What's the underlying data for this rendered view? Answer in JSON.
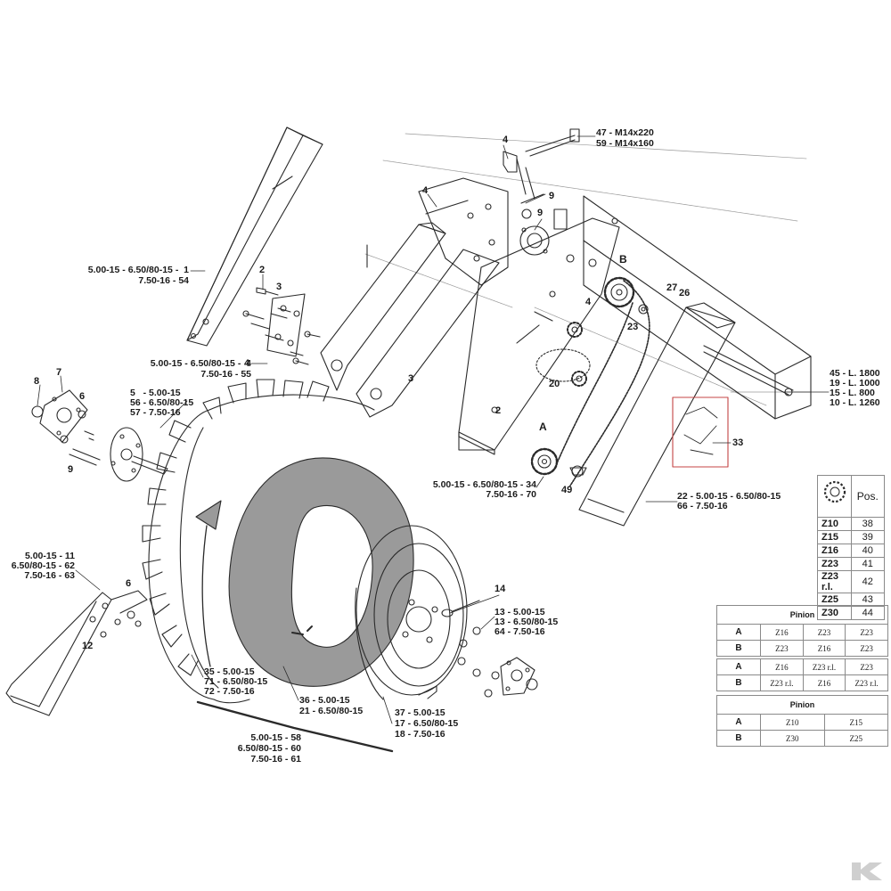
{
  "labels": {
    "bolt_top_1": "47 - M14x220",
    "bolt_top_2": "59 - M14x160",
    "shield_1": "5.00-15 - 6.50/80-15 -  1",
    "shield_2": "7.50-16 - 54",
    "bracket_1": "5.00-15 - 6.50/80-15 -  4",
    "bracket_2": "7.50-16 - 55",
    "hub_1": "5   - 5.00-15",
    "hub_2": "56 - 6.50/80-15",
    "hub_3": "57 - 7.50-16",
    "shaft_1": "45 - L. 1800",
    "shaft_2": "19 - L. 1000",
    "shaft_3": "15 - L. 800",
    "shaft_4": "10 - L. 1260",
    "sprocketA_1": "5.00-15 - 6.50/80-15 - 34",
    "sprocketA_2": "7.50-16 - 70",
    "cover_1": "22 - 5.00-15 - 6.50/80-15",
    "cover_2": "66 - 7.50-16",
    "scraper_1": "5.00-15 - 11",
    "scraper_2": "6.50/80-15 - 62",
    "scraper_3": "7.50-16 - 63",
    "rim_bolt_1": "13 - 5.00-15",
    "rim_bolt_2": "13 - 6.50/80-15",
    "rim_bolt_3": "64 - 7.50-16",
    "tyre_1": "35 - 5.00-15",
    "tyre_2": "71 - 6.50/80-15",
    "tyre_3": "72 - 7.50-16",
    "tube_1": "36 - 5.00-15",
    "tube_2": "21 - 6.50/80-15",
    "rim_1": "37 - 5.00-15",
    "rim_2": "17 - 6.50/80-15",
    "rim_3": "18 - 7.50-16",
    "wheel_1": "5.00-15 - 58",
    "wheel_2": "6.50/80-15 - 60",
    "wheel_3": "7.50-16 - 61"
  },
  "callouts": {
    "c4a": "4",
    "c4b": "4",
    "c4c": "4",
    "c4d": "4",
    "c9a": "9",
    "c9b": "9",
    "c9c": "9",
    "c2a": "2",
    "c2b": "2",
    "c3a": "3",
    "c3b": "3",
    "c8": "8",
    "c7": "7",
    "c6a": "6",
    "c6b": "6",
    "c27": "27",
    "c26": "26",
    "c23": "23",
    "c20": "20",
    "c33": "33",
    "c49": "49",
    "c14": "14",
    "c12": "12",
    "cA": "A",
    "cB": "B"
  },
  "pos_table": {
    "header": "Pos.",
    "rows": [
      {
        "k": "Z10",
        "v": "38"
      },
      {
        "k": "Z15",
        "v": "39"
      },
      {
        "k": "Z16",
        "v": "40"
      },
      {
        "k": "Z23",
        "v": "41"
      },
      {
        "k": "Z23 r.l.",
        "v": "42"
      },
      {
        "k": "Z25",
        "v": "43"
      },
      {
        "k": "Z30",
        "v": "44"
      }
    ]
  },
  "pinion_table_1": {
    "title": "Pinion",
    "rows": [
      {
        "k": "A",
        "c": [
          "Z16",
          "Z23",
          "Z23"
        ]
      },
      {
        "k": "B",
        "c": [
          "Z23",
          "Z16",
          "Z23"
        ]
      },
      {
        "k": "A",
        "c": [
          "Z16",
          "Z23 r.l.",
          "Z23"
        ]
      },
      {
        "k": "B",
        "c": [
          "Z23 r.l.",
          "Z16",
          "Z23 r.l."
        ]
      }
    ]
  },
  "pinion_table_2": {
    "title": "Pinion",
    "rows": [
      {
        "k": "A",
        "c": [
          "Z10",
          "Z15"
        ]
      },
      {
        "k": "B",
        "c": [
          "Z30",
          "Z25"
        ]
      }
    ]
  },
  "colors": {
    "line": "#2a2a2a",
    "tube_fill": "#9a9a9a",
    "table_border": "#8a8a8a",
    "decal_border": "#c44444"
  }
}
